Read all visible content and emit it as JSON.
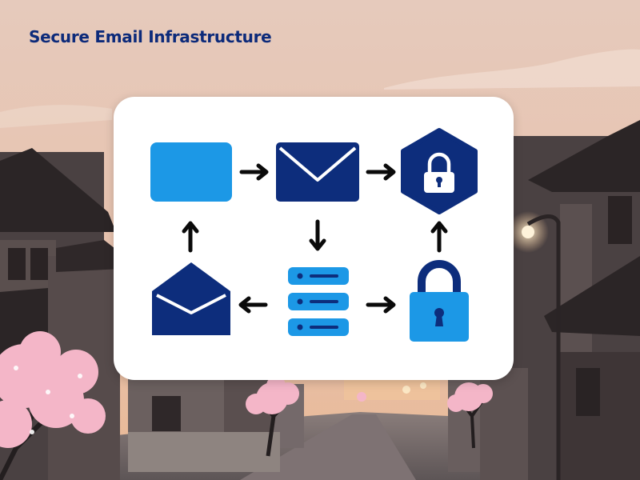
{
  "header": {
    "title": "Secure Email Infrastructure"
  },
  "colors": {
    "navy": "#0d2d7c",
    "sky": "#1c98e6",
    "arrow": "#0a0a0a",
    "card": "#ffffff",
    "title": "#0c2a7a",
    "sky_top": "#e3c6b8",
    "blossom": "#f4b6c8"
  },
  "diagram": {
    "nodes": [
      {
        "name": "blue-rectangle-icon",
        "color": "sky"
      },
      {
        "name": "closed-envelope-icon",
        "color": "navy"
      },
      {
        "name": "hexagon-lock-icon",
        "color": "navy"
      },
      {
        "name": "open-envelope-icon",
        "color": "navy"
      },
      {
        "name": "server-stack-icon",
        "color": "sky"
      },
      {
        "name": "padlock-icon",
        "color": "sky"
      }
    ],
    "arrows": [
      "right",
      "right",
      "down",
      "up",
      "up",
      "left",
      "right"
    ]
  }
}
